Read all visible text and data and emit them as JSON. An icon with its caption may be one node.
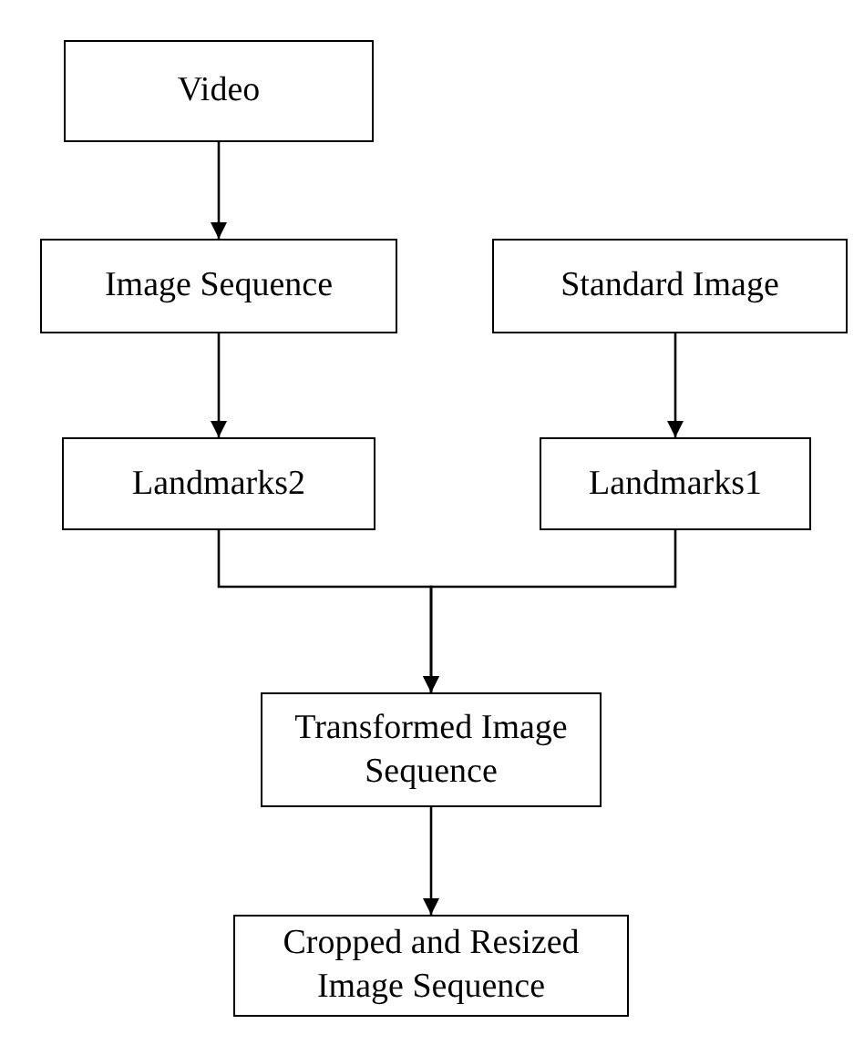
{
  "diagram": {
    "nodes": [
      {
        "text": [
          "Video"
        ]
      },
      {
        "text": [
          "Image Sequence"
        ]
      },
      {
        "text": [
          "Standard Image"
        ]
      },
      {
        "text": [
          "Landmarks2"
        ]
      },
      {
        "text": [
          "Landmarks1"
        ]
      },
      {
        "text": [
          "Transformed Image Sequence"
        ]
      },
      {
        "text": [
          "Cropped and Resized Image Sequence"
        ]
      }
    ],
    "edges": [
      {
        "from": 0,
        "to": 1,
        "arrow": "to"
      },
      {
        "from": 1,
        "to": 3,
        "arrow": "to"
      },
      {
        "from": 2,
        "to": 4,
        "arrow": "to"
      },
      {
        "from": 3,
        "to": 5,
        "arrow": "to"
      },
      {
        "from": 4,
        "to": 5,
        "arrow": "to"
      },
      {
        "from": 5,
        "to": 6,
        "arrow": "to"
      }
    ]
  }
}
